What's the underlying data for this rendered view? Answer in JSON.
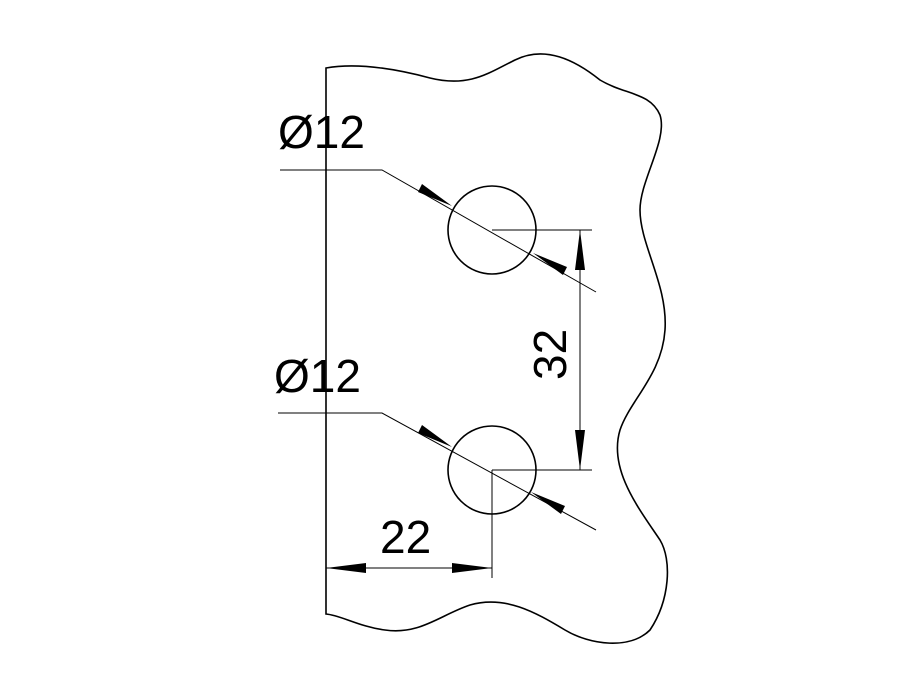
{
  "drawing": {
    "hole_top_label": "Ø12",
    "hole_bottom_label": "Ø12",
    "spacing_label": "32",
    "edge_offset_label": "22",
    "line_color": "#000000",
    "background": "#ffffff"
  }
}
